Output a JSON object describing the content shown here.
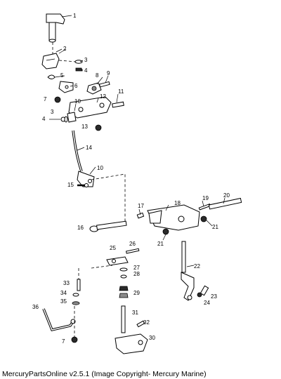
{
  "footer": "MercuryPartsOnline v2.5.1 (Image Copyright- Mercury Marine)",
  "callouts": {
    "c1": "1",
    "c2": "2",
    "c3a": "3",
    "c4a": "4",
    "c5": "5",
    "c6": "6",
    "c7a": "7",
    "c8": "8",
    "c9": "9",
    "c10a": "10",
    "c11": "11",
    "c12": "12",
    "c3b": "3",
    "c4b": "4",
    "c13": "13",
    "c14": "14",
    "c10b": "10",
    "c15": "15",
    "c16": "16",
    "c17": "17",
    "c18": "18",
    "c19": "19",
    "c20": "20",
    "c21a": "21",
    "c21b": "21",
    "c22": "22",
    "c23": "23",
    "c24": "24",
    "c25": "25",
    "c26": "26",
    "c27": "27",
    "c28": "28",
    "c29": "29",
    "c31": "31",
    "c32": "32",
    "c30": "30",
    "c33": "33",
    "c34": "34",
    "c35": "35",
    "c36": "36",
    "c7b": "7"
  }
}
